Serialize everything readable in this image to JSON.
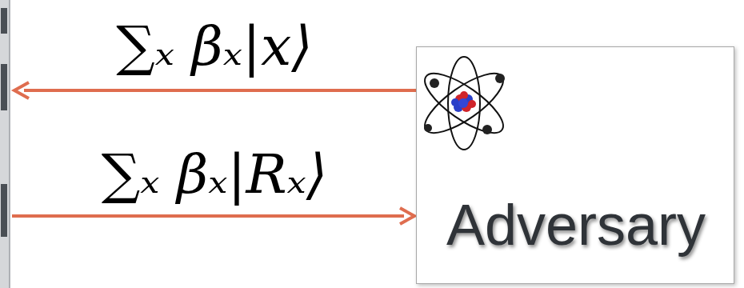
{
  "diagram": {
    "nodes": [
      {
        "text": [
          "Adversary"
        ]
      }
    ],
    "labels": [
      "∑ₓ βₓ|x⟩",
      "∑ₓ βₓ|Rₓ⟩"
    ]
  }
}
